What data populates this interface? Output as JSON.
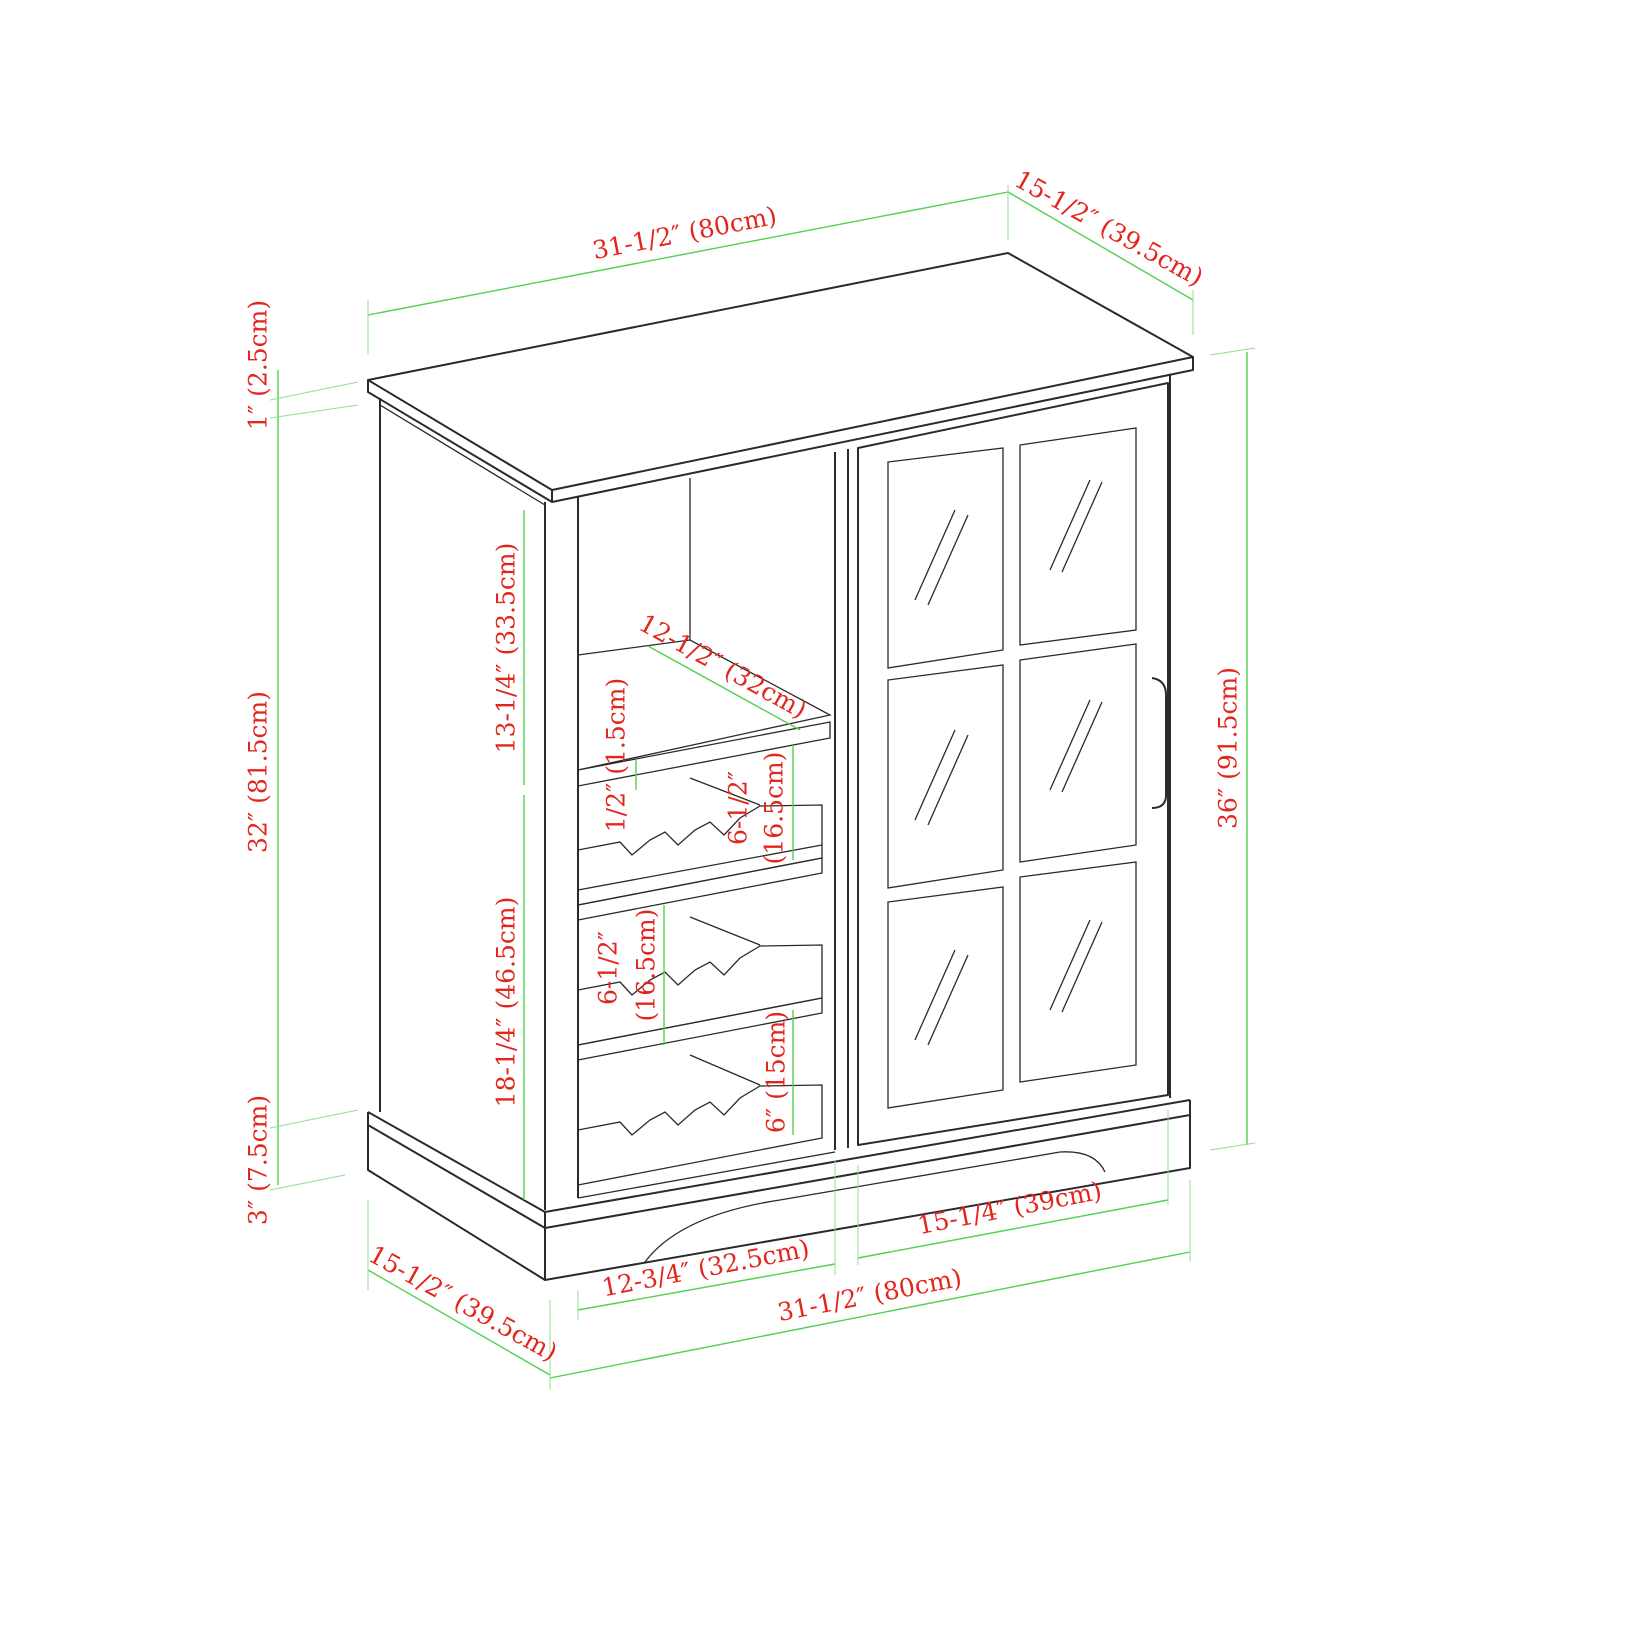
{
  "colors": {
    "label": "#e3261d",
    "dimension_line": "#4fd14f",
    "outline": "#2a2a2a"
  },
  "labels": {
    "top_width": "31-1/2″ (80cm)",
    "top_depth": "15-1/2″ (39.5cm)",
    "top_thickness": "1″ (2.5cm)",
    "body_height": "32″ (81.5cm)",
    "base_height": "3″ (7.5cm)",
    "total_height": "36″ (91.5cm)",
    "open_compartment_height": "13-1/4″ (33.5cm)",
    "rack_section_height": "18-1/4″ (46.5cm)",
    "shelf_depth": "12-1/2″ (32cm)",
    "shelf_thickness": "1/2″ (1.5cm)",
    "rack1_height_in": "6-1/2″",
    "rack1_height_cm": "(16.5cm)",
    "rack2_height_in": "6-1/2″",
    "rack2_height_cm": "(16.5cm)",
    "rack3_height": "6″ (15cm)",
    "door_width": "15-1/4″ (39cm)",
    "open_width": "12-3/4″ (32.5cm)",
    "bottom_width": "31-1/2″ (80cm)",
    "bottom_depth": "15-1/2″ (39.5cm)"
  }
}
